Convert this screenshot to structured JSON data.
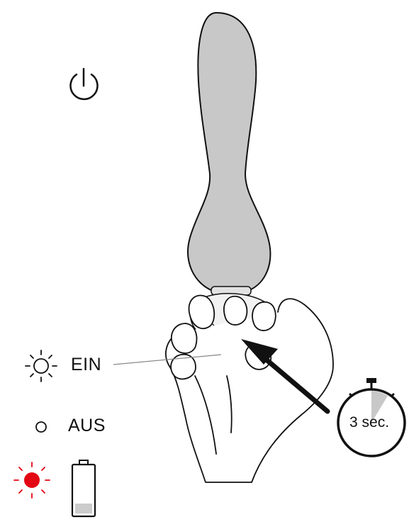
{
  "labels": {
    "on": "EIN",
    "off": "AUS",
    "timer": "3 sec."
  },
  "icons": [
    "power-icon",
    "led-on-icon",
    "led-off-icon",
    "led-red-icon",
    "battery-low-icon",
    "stopwatch-icon",
    "arrow-icon"
  ],
  "colors": {
    "led_red": "#e30613",
    "device_fill": "#c8c8c8",
    "battery_fill": "#cccccc",
    "outline": "#111111"
  }
}
